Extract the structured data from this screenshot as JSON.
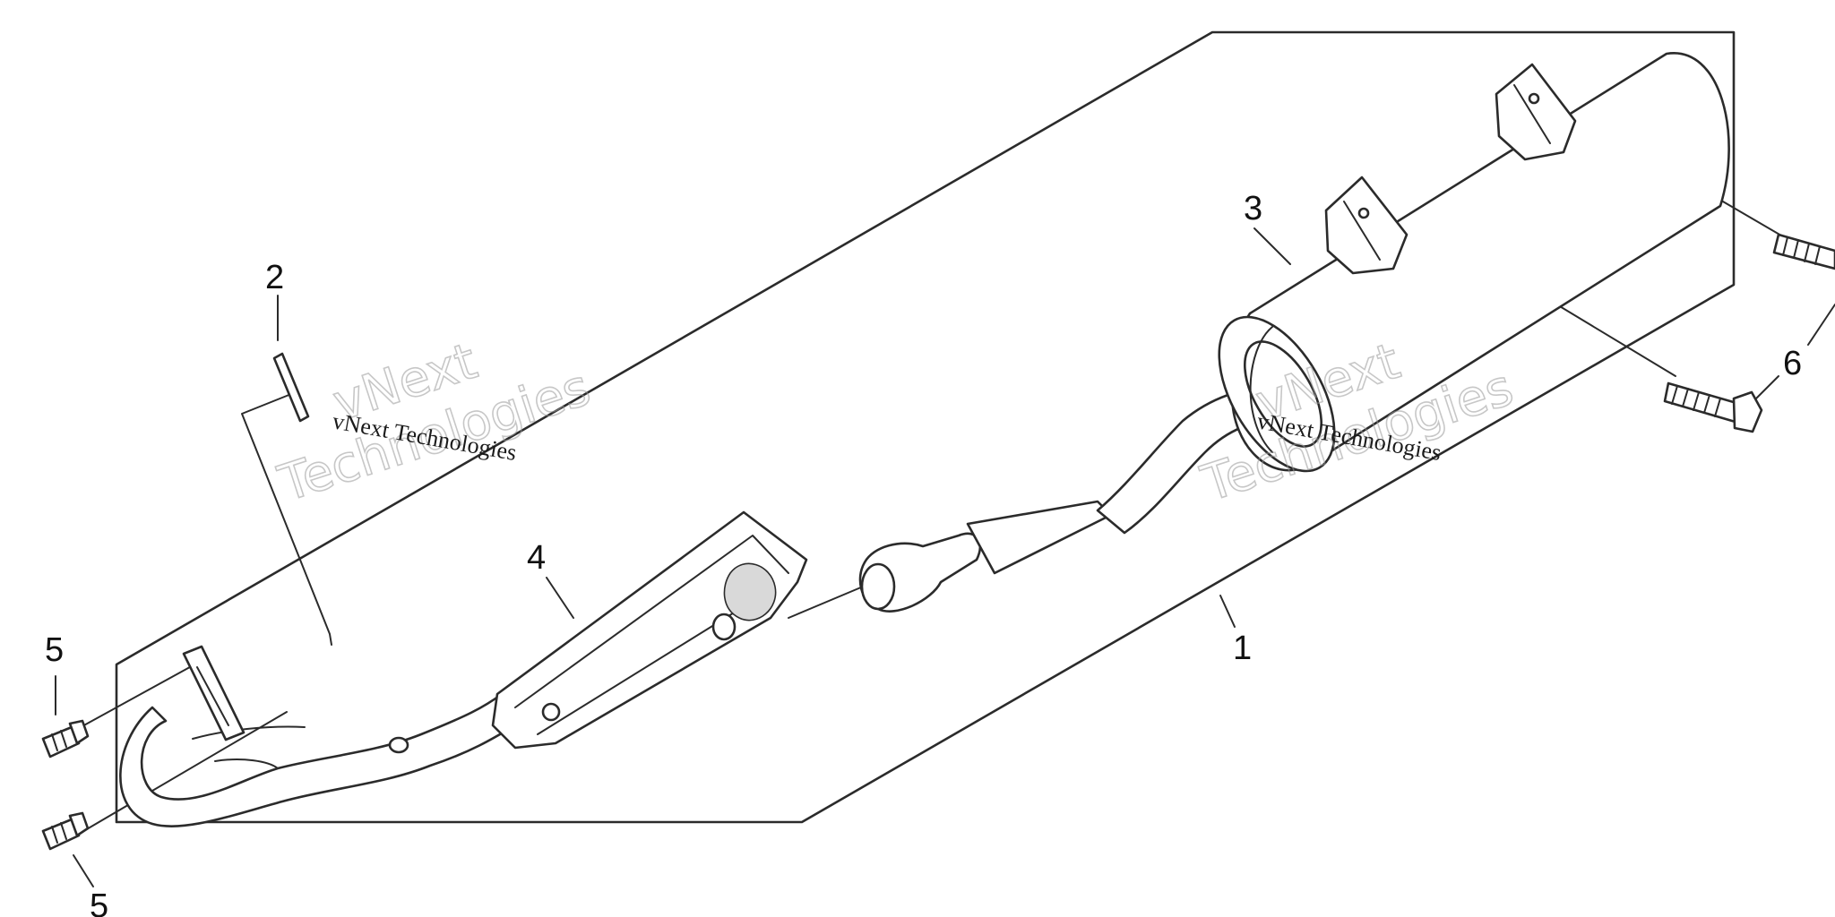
{
  "callouts": {
    "c1": "1",
    "c2": "2",
    "c3": "3",
    "c4": "4",
    "c5a": "5",
    "c5b": "5",
    "c6": "6"
  },
  "watermark": {
    "small": "vNext Technologies",
    "big_line1": "vNext",
    "big_line2": "Technologies"
  },
  "colors": {
    "ink": "#2b2b2b",
    "background": "#ffffff"
  }
}
